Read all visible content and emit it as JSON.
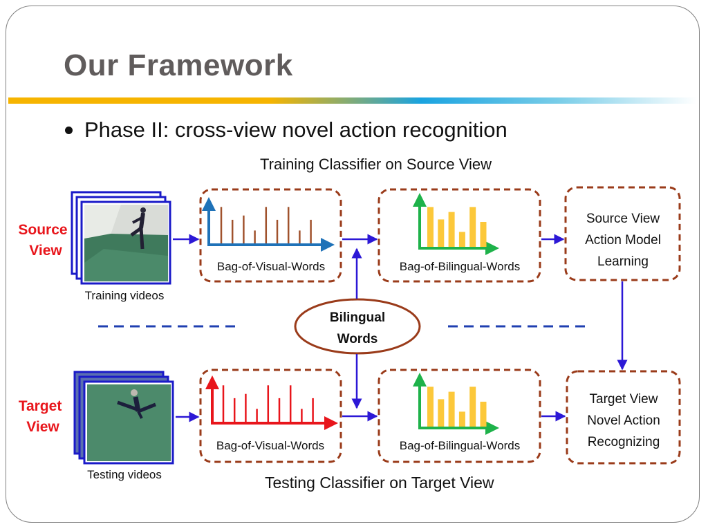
{
  "slide": {
    "title": "Our Framework",
    "bullet": "Phase II: cross-view novel action recognition"
  },
  "diagram": {
    "top_caption": "Training Classifier on Source View",
    "bottom_caption": "Testing Classifier on Target View",
    "source_view_label": [
      "Source",
      "View"
    ],
    "target_view_label": [
      "Target",
      "View"
    ],
    "training_videos": "Training videos",
    "testing_videos": "Testing videos",
    "bovw_label_top": "Bag-of-Visual-Words",
    "bobw_label_top": "Bag-of-Bilingual-Words",
    "bovw_label_bottom": "Bag-of-Visual-Words",
    "bobw_label_bottom": "Bag-of-Bilingual-Words",
    "bilingual_words": [
      "Bilingual",
      "Words"
    ],
    "source_model": [
      "Source View",
      "Action Model",
      "Learning"
    ],
    "target_model": [
      "Target View",
      "Novel Action",
      "Recognizing"
    ]
  },
  "visual_words_histogram": [
    0.85,
    0.55,
    0.65,
    0.3,
    0.85,
    0.55,
    0.85,
    0.3,
    0.55
  ],
  "bilingual_words_histogram": [
    0.8,
    0.55,
    0.7,
    0.3,
    0.8,
    0.5
  ],
  "colors": {
    "accent_red": "#e8151b",
    "arrow_blue": "#2c18d6",
    "box_border": "#9a3b1a",
    "bar_yellow": "#fcc83a",
    "axis_green": "#1eb24a",
    "axis_blue": "#1f72b8",
    "dash_blue": "#1f3fb0"
  },
  "icons": [
    "training-video-stack",
    "testing-video-stack"
  ]
}
